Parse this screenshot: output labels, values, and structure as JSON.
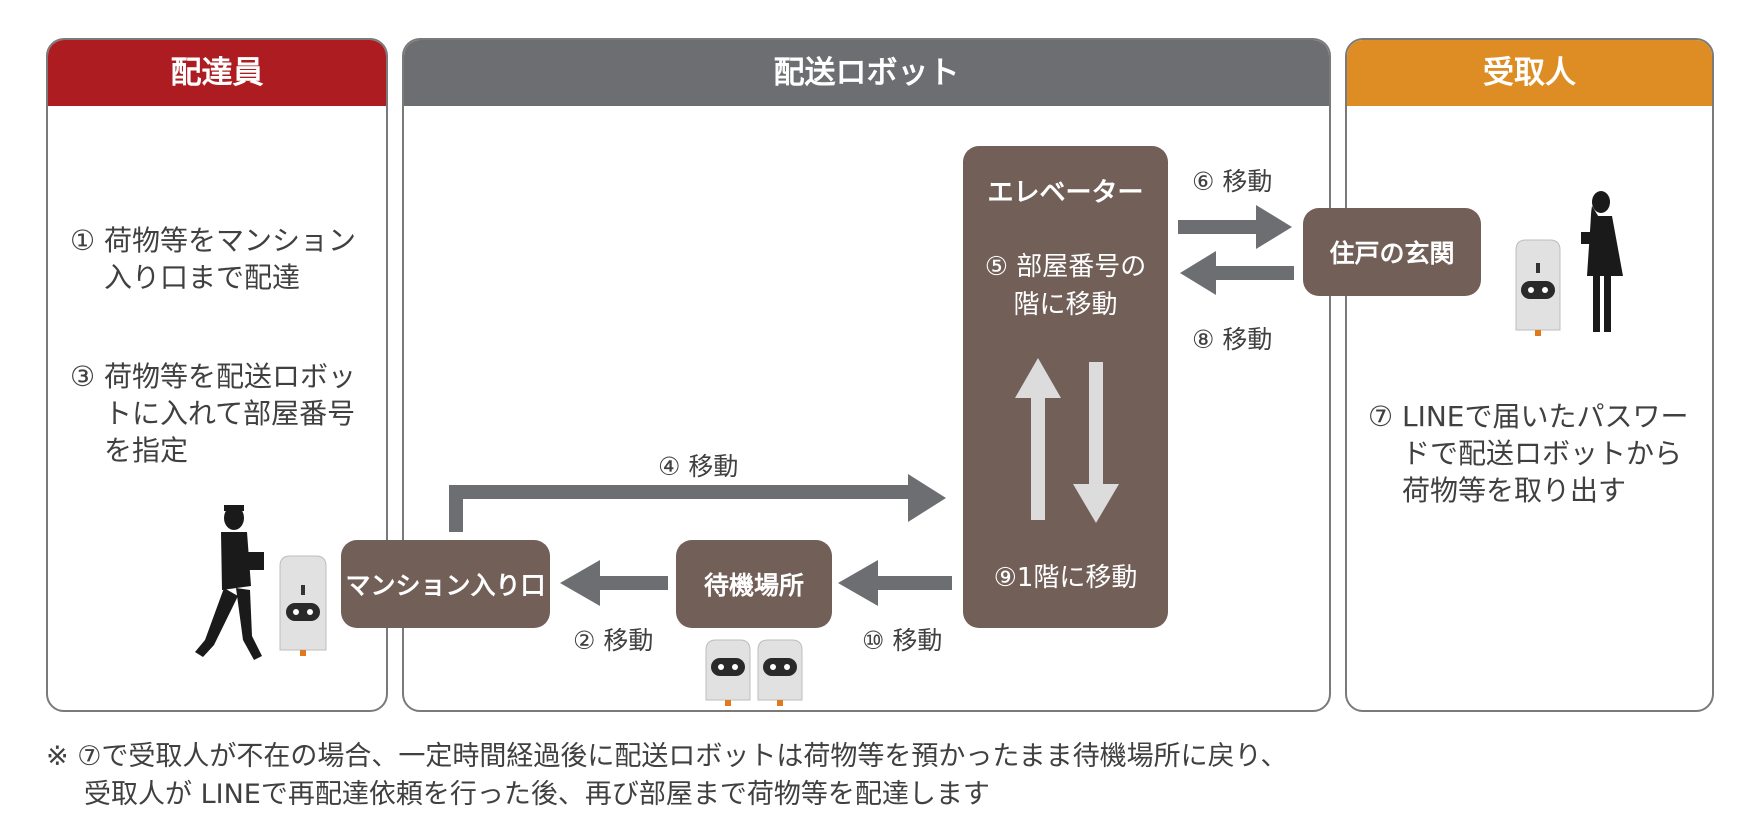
{
  "panels": {
    "deliverer": "配達員",
    "robot": "配送ロボット",
    "recipient": "受取人"
  },
  "deliverer_steps": {
    "step1_num": "①",
    "step1_line1": "荷物等をマンション",
    "step1_line2": "入り口まで配達",
    "step3_num": "③",
    "step3_line1": "荷物等を配送ロボッ",
    "step3_line2": "トに入れて部屋番号",
    "step3_line3": "を指定"
  },
  "robot_flow": {
    "entrance": "マンション入り口",
    "waiting": "待機場所",
    "elevator_title": "エレベーター",
    "step5_line1": "⑤ 部屋番号の",
    "step5_line2": "階に移動",
    "step9": "⑨1階に移動",
    "move2": "② 移動",
    "move4": "④ 移動",
    "move10": "⑩ 移動",
    "move6": "⑥ 移動",
    "move8": "⑧ 移動"
  },
  "recipient": {
    "door": "住戸の玄関",
    "step7_num": "⑦",
    "step7_line1": "LINEで届いたパスワー",
    "step7_line2": "ドで配送ロボットから",
    "step7_line3": "荷物等を取り出す"
  },
  "note": {
    "line1": "※ ⑦で受取人が不在の場合、一定時間経過後に配送ロボットは荷物等を預かったまま待機場所に戻り、",
    "line2": "受取人が LINEで再配達依頼を行った後、再び部屋まで荷物等を配達します"
  },
  "colors": {
    "deliverer_header": "#ad1c20",
    "robot_header": "#6c6e71",
    "recipient_header": "#de8d25",
    "box_fill": "#715f58",
    "arrow_dark": "#6c6e71",
    "arrow_light": "#dcdcdc"
  }
}
